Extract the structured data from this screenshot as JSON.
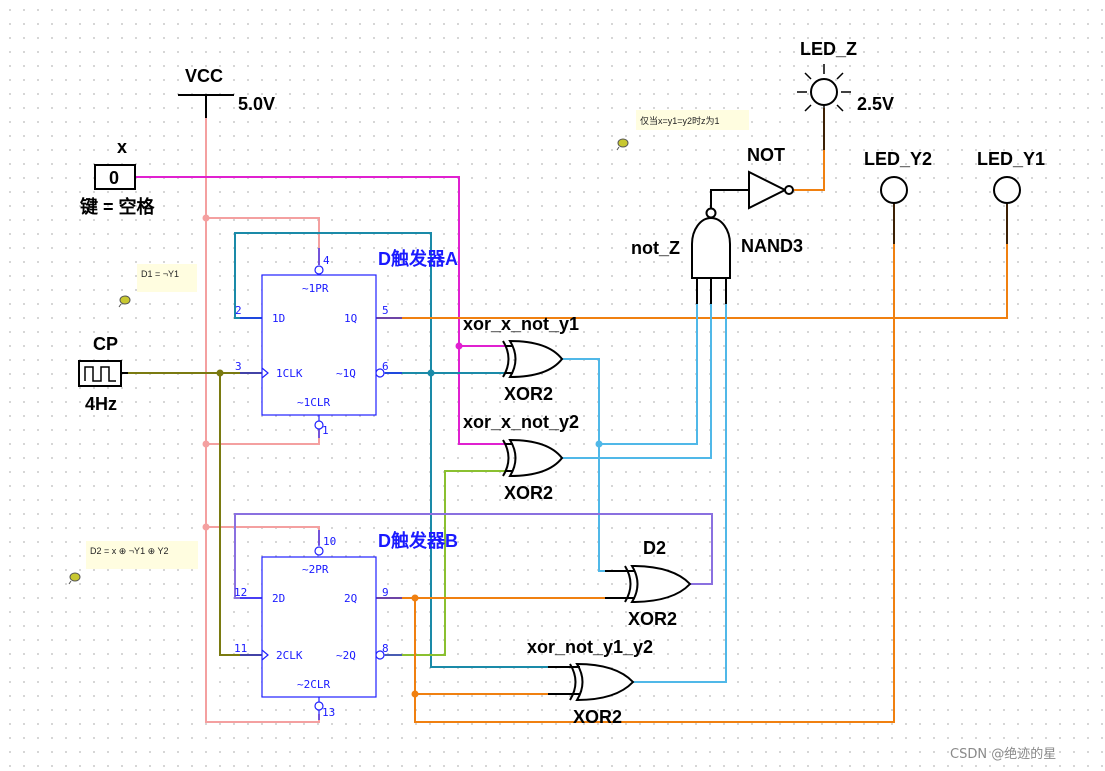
{
  "power": {
    "name": "VCC",
    "voltage": "5.0V"
  },
  "input_x": {
    "name": "x",
    "value": "0",
    "key_label": "键 = 空格"
  },
  "clock": {
    "name": "CP",
    "freq": "4Hz"
  },
  "ff_a": {
    "title": "D触发器A",
    "pins": {
      "pr": "4",
      "d": "2",
      "clk": "3",
      "clr": "1",
      "q": "5",
      "qn": "6"
    },
    "labels": {
      "pr": "~1PR",
      "d": "1D",
      "clk": "1CLK",
      "clr": "~1CLR",
      "q": "1Q",
      "qn": "~1Q"
    }
  },
  "ff_b": {
    "title": "D触发器B",
    "pins": {
      "pr": "10",
      "d": "12",
      "clk": "11",
      "clr": "13",
      "q": "9",
      "qn": "8"
    },
    "labels": {
      "pr": "~2PR",
      "d": "2D",
      "clk": "2CLK",
      "clr": "~2CLR",
      "q": "2Q",
      "qn": "~2Q"
    }
  },
  "gates": {
    "xor1": {
      "name": "xor_x_not_y1",
      "type": "XOR2"
    },
    "xor2": {
      "name": "xor_x_not_y2",
      "type": "XOR2"
    },
    "xor3": {
      "name": "D2",
      "type": "XOR2"
    },
    "xor4": {
      "name": "xor_not_y1_y2",
      "type": "XOR2"
    },
    "nand": {
      "name": "not_Z",
      "type": "NAND3"
    },
    "not": {
      "name": "NOT"
    }
  },
  "leds": {
    "z": {
      "name": "LED_Z",
      "voltage": "2.5V"
    },
    "y2": {
      "name": "LED_Y2"
    },
    "y1": {
      "name": "LED_Y1"
    }
  },
  "notes": {
    "z_rule": "仅当x=y1=y2时z为1",
    "d1_eq": "D1 = ¬Y1",
    "d2_eq": "D2 = x ⊕ ¬Y1 ⊕ Y2"
  },
  "watermark": "CSDN @绝迹的星",
  "colors": {
    "vcc_wire": "#f4a0a0",
    "x_wire": "#e020d0",
    "clock_wire": "#7a7a10",
    "teal_wire": "#1a8aa8",
    "orange_wire": "#f08010",
    "lightblue_wire": "#50b8e8",
    "green_wire": "#8ac030",
    "purple_wire": "#8a70e0",
    "ff_outline": "#2020ff"
  }
}
